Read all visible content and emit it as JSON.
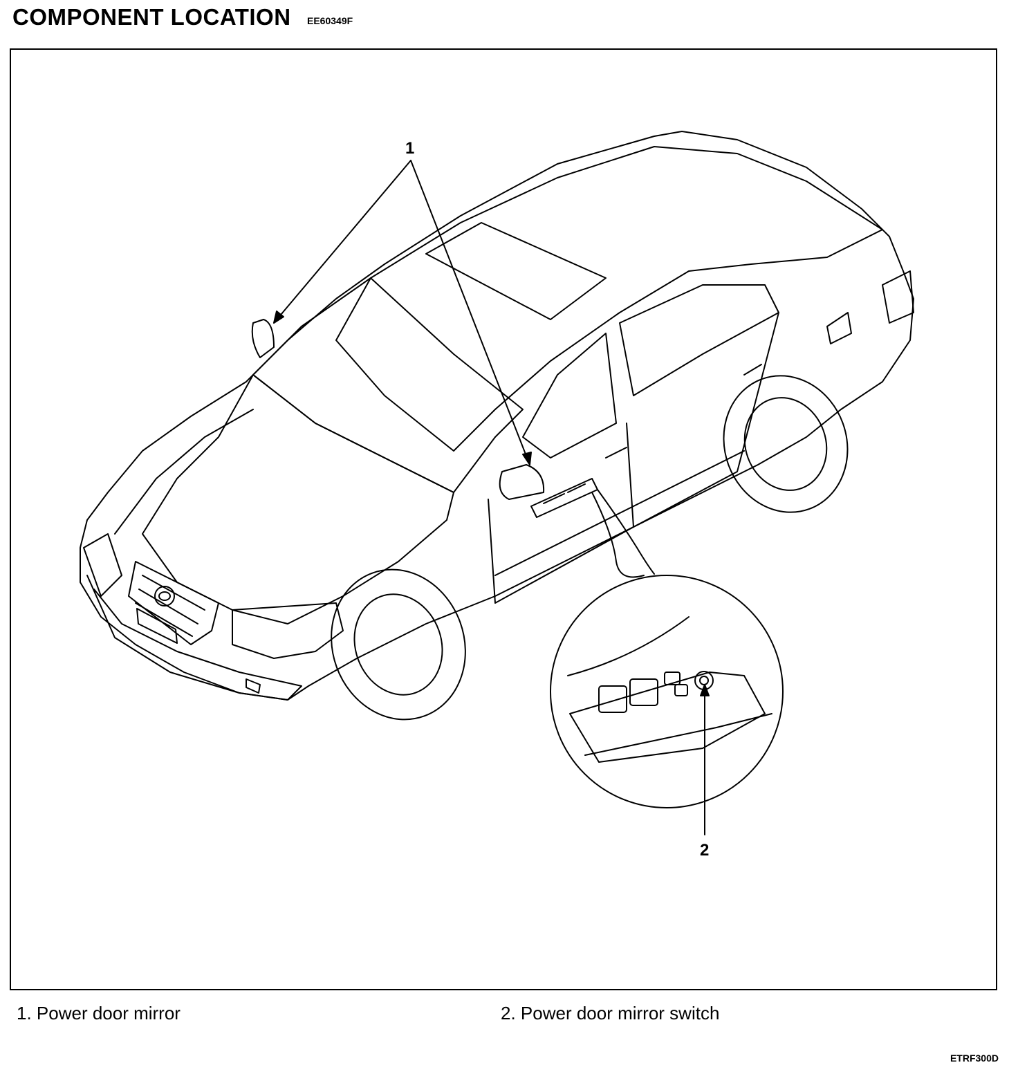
{
  "header": {
    "title": "COMPONENT LOCATION",
    "doc_code": "EE60349F"
  },
  "diagram": {
    "callouts": [
      {
        "number": "1",
        "label": "Power door mirror"
      },
      {
        "number": "2",
        "label": "Power door mirror switch"
      }
    ]
  },
  "legend": {
    "item1": "1. Power door mirror",
    "item2": "2. Power door mirror switch"
  },
  "footer": {
    "figure_code": "ETRF300D"
  }
}
